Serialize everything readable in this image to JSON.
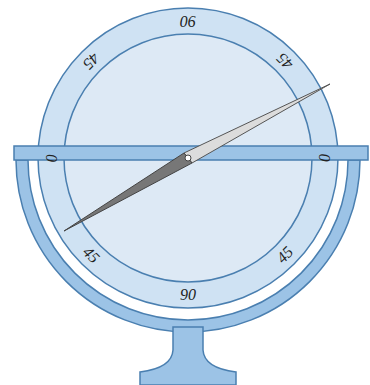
{
  "diagram": {
    "labels": [
      "90",
      "45",
      "45",
      "0",
      "0",
      "45",
      "90",
      "45"
    ]
  }
}
